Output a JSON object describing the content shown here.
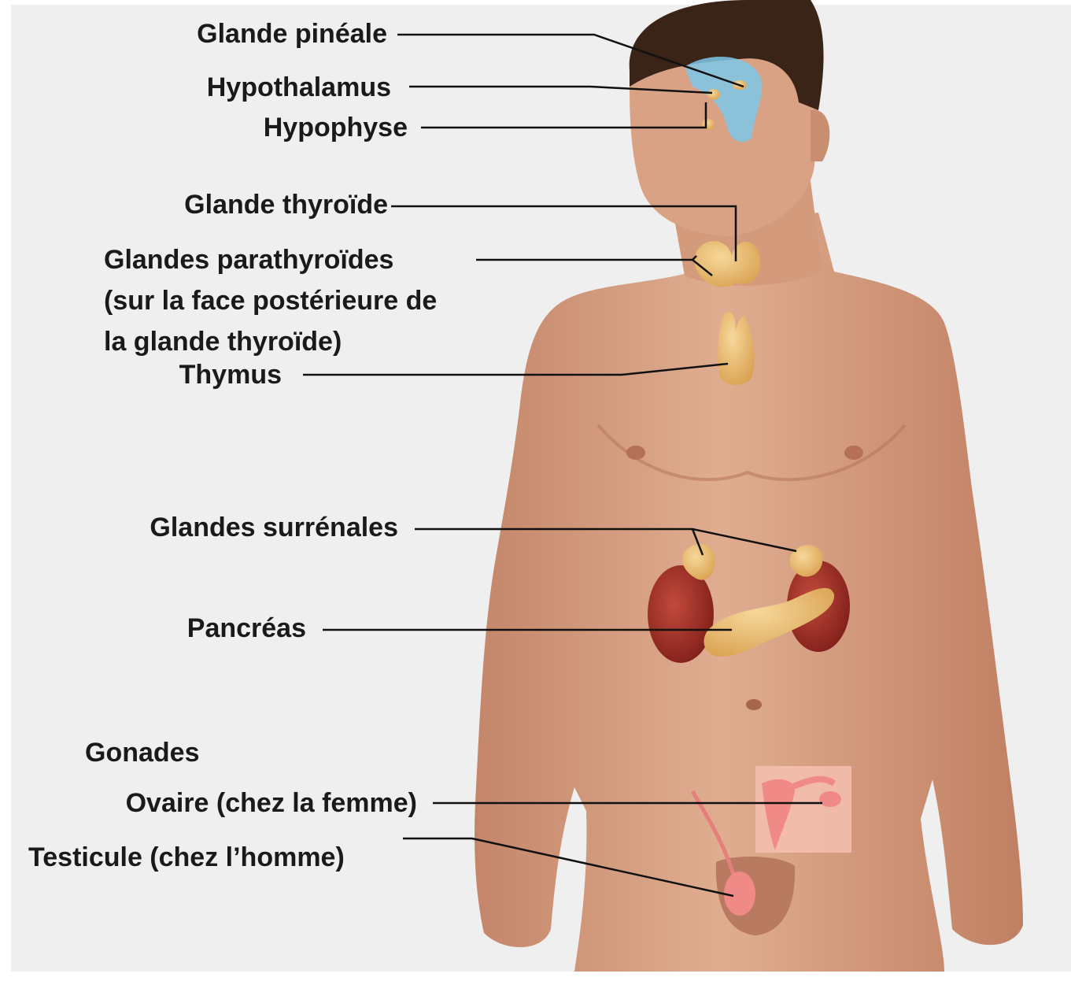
{
  "labels": {
    "pineal": "Glande pinéale",
    "hypothalamus": "Hypothalamus",
    "pituitary": "Hypophyse",
    "thyroid": "Glande thyroïde",
    "parathyroid": "Glandes parathyroïdes\n(sur la face postérieure de\nla glande thyroïde)",
    "thymus": "Thymus",
    "adrenal": "Glandes surrénales",
    "pancreas": "Pancréas",
    "gonads": "Gonades",
    "ovary": "Ovaire (chez la femme)",
    "testis": "Testicule (chez l’homme)"
  },
  "colors": {
    "background": "#efefef",
    "skin": "#d9a284",
    "hair": "#3a2418",
    "gland": "#e8b85e",
    "kidney": "#9b2a22",
    "brain_highlight": "#7ec8e8",
    "ovary_tissue": "#f08a86",
    "leader_line": "#111111",
    "text": "#1a1a1a"
  }
}
